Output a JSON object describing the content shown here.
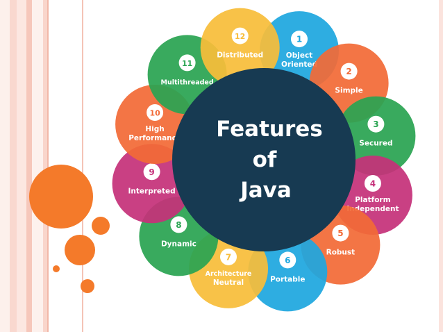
{
  "title_lines": [
    "Features",
    "of",
    "Java"
  ],
  "colors": {
    "center": "#173a52",
    "stripe_light": "#fbe3dd",
    "stripe_mid": "#f6c7bb",
    "deco_orange": "#f47a2a"
  },
  "features": [
    {
      "num": "1",
      "lines": [
        "Object",
        "Oriented"
      ],
      "color": "#1ea7df"
    },
    {
      "num": "2",
      "lines": [
        "Simple"
      ],
      "color": "#f26a37"
    },
    {
      "num": "3",
      "lines": [
        "Secured"
      ],
      "color": "#2aa452"
    },
    {
      "num": "4",
      "lines": [
        "Platform",
        "Independent"
      ],
      "color": "#c5317a"
    },
    {
      "num": "5",
      "lines": [
        "Robust"
      ],
      "color": "#f26a37"
    },
    {
      "num": "6",
      "lines": [
        "Portable"
      ],
      "color": "#1ea7df"
    },
    {
      "num": "7",
      "lines": [
        "Architecture",
        "Neutral"
      ],
      "color": "#f8bd3a"
    },
    {
      "num": "8",
      "lines": [
        "Dynamic"
      ],
      "color": "#2aa452"
    },
    {
      "num": "9",
      "lines": [
        "Interpreted"
      ],
      "color": "#c5317a"
    },
    {
      "num": "10",
      "lines": [
        "High",
        "Performance"
      ],
      "color": "#f26a37"
    },
    {
      "num": "11",
      "lines": [
        "Multithreaded"
      ],
      "color": "#2aa452"
    },
    {
      "num": "12",
      "lines": [
        "Distributed"
      ],
      "color": "#f8bd3a"
    }
  ]
}
